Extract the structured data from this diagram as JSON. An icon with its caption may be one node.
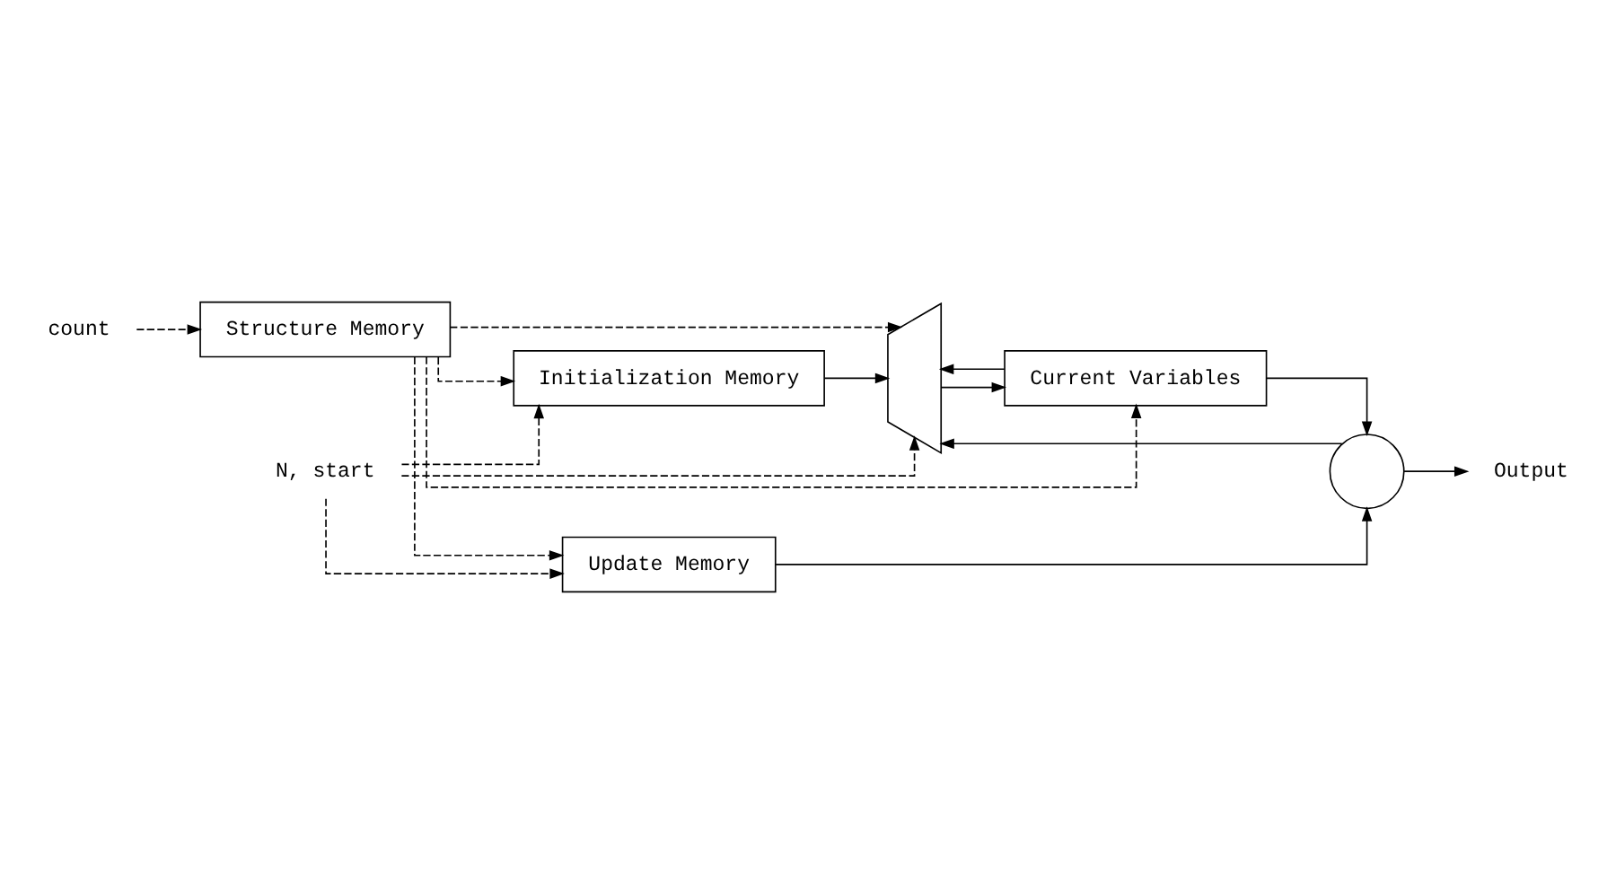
{
  "diagram": {
    "nodes": [
      {
        "text": [
          "N, start"
        ]
      },
      {
        "text": [
          "count"
        ]
      },
      {
        "text": [
          "Structure Memory"
        ]
      },
      {
        "text": [
          "Initialization Memory"
        ]
      },
      {
        "text": [],
        "shape": "trapezoid"
      },
      {
        "text": [
          "Current Variables"
        ]
      },
      {
        "text": [],
        "shape": "circle"
      },
      {
        "text": [
          "Update Memory"
        ]
      },
      {
        "text": [
          "Output"
        ]
      }
    ],
    "edges": [
      {
        "from": 0,
        "to": 3,
        "arrow": "to",
        "style": "dashed"
      },
      {
        "from": 0,
        "to": 7,
        "arrow": "to",
        "style": "dashed"
      },
      {
        "from": 0,
        "to": 4,
        "arrow": "to",
        "style": "dashed"
      },
      {
        "from": 1,
        "to": 2,
        "arrow": "to",
        "style": "dashed"
      },
      {
        "from": 2,
        "to": 7,
        "arrow": "to",
        "style": "dashed"
      },
      {
        "from": 2,
        "to": 3,
        "arrow": "to",
        "style": "dashed"
      },
      {
        "from": 2,
        "to": 4,
        "arrow": "to",
        "style": "dashed"
      },
      {
        "from": 2,
        "to": 5,
        "arrow": "to",
        "style": "dashed"
      },
      {
        "from": 3,
        "to": 4,
        "arrow": "to"
      },
      {
        "from": 6,
        "to": 4,
        "arrow": "to"
      },
      {
        "from": 5,
        "to": 4,
        "arrow": "to"
      },
      {
        "from": 4,
        "to": 5,
        "arrow": "to"
      },
      {
        "from": 5,
        "to": 6,
        "arrow": "to"
      },
      {
        "from": 7,
        "to": 6,
        "arrow": "to"
      },
      {
        "from": 6,
        "to": 8,
        "arrow": "to"
      }
    ]
  }
}
